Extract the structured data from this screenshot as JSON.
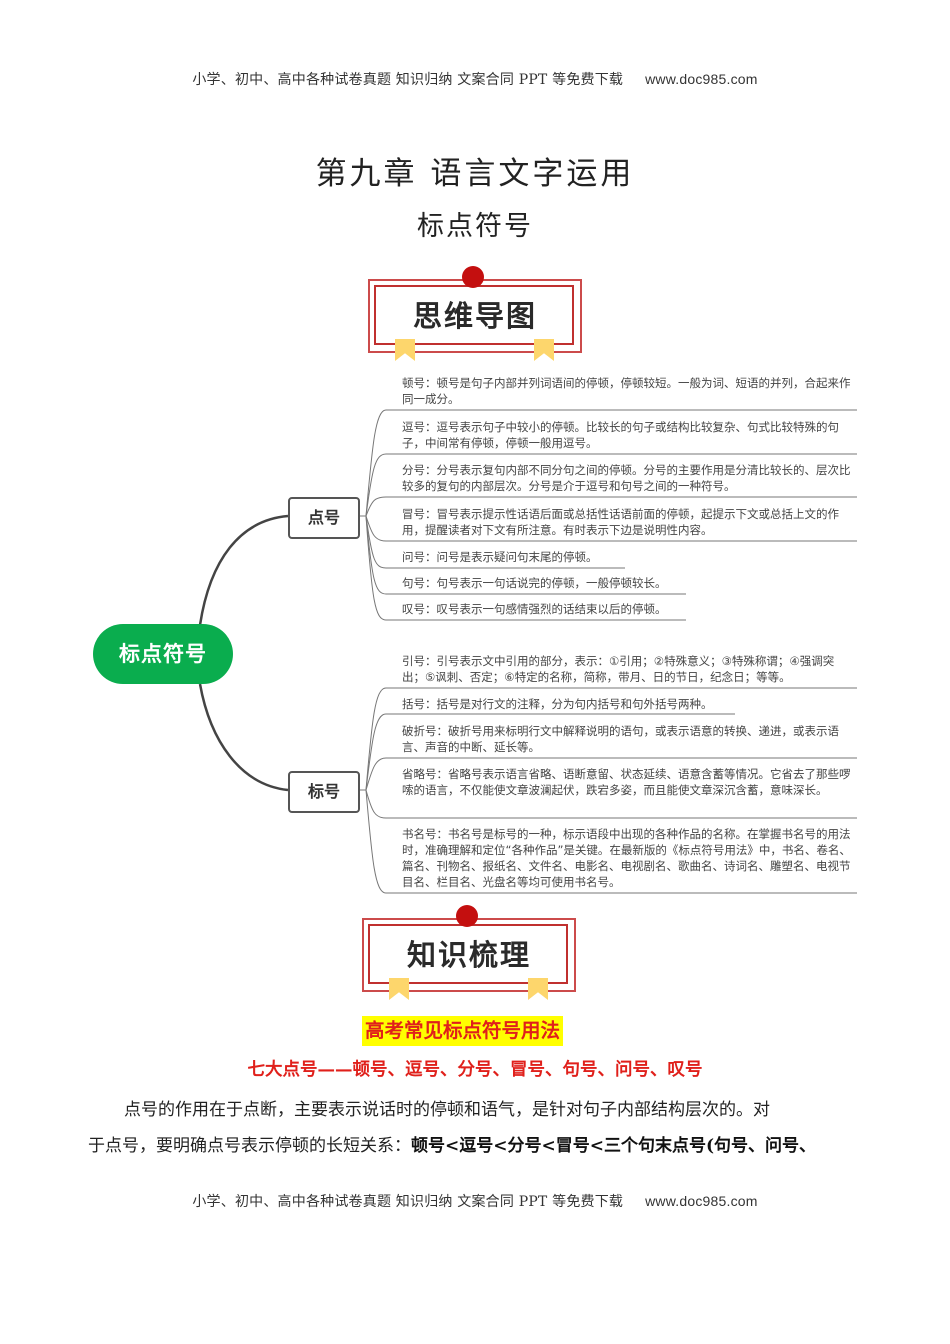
{
  "header": {
    "text": "小学、初中、高中各种试卷真题  知识归纳  文案合同  PPT 等免费下载",
    "url": "www.doc985.com"
  },
  "footer": {
    "text": "小学、初中、高中各种试卷真题  知识归纳  文案合同  PPT 等免费下载",
    "url": "www.doc985.com"
  },
  "chapter_title": "第九章 语言文字运用",
  "sub_title": "标点符号",
  "badge_mindmap": "思维导图",
  "badge_knowledge": "知识梳理",
  "mindmap": {
    "root": "标点符号",
    "branches": [
      {
        "label": "点号",
        "leaves": [
          "顿号：顿号是句子内部并列词语间的停顿，停顿较短。一般为词、短语的并列，合起来作同一成分。",
          "逗号：逗号表示句子中较小的停顿。比较长的句子或结构比较复杂、句式比较特殊的句子，中间常有停顿，停顿一般用逗号。",
          "分号：分号表示复句内部不同分句之间的停顿。分号的主要作用是分清比较长的、层次比较多的复句的内部层次。分号是介于逗号和句号之间的一种符号。",
          "冒号：冒号表示提示性话语后面或总括性话语前面的停顿，起提示下文或总括上文的作用，提醒读者对下文有所注意。有时表示下边是说明性内容。",
          "问号：问号是表示疑问句末尾的停顿。",
          "句号：句号表示一句话说完的停顿，一般停顿较长。",
          "叹号：叹号表示一句感情强烈的话结束以后的停顿。"
        ]
      },
      {
        "label": "标号",
        "leaves": [
          "引号：引号表示文中引用的部分，表示：①引用；②特殊意义；③特殊称谓；④强调突出；⑤讽刺、否定；⑥特定的名称，简称，带月、日的节日，纪念日；等等。",
          "括号：括号是对行文的注释，分为句内括号和句外括号两种。",
          "破折号：破折号用来标明行文中解释说明的语句，或表示语意的转换、递进，或表示语言、声音的中断、延长等。",
          "省略号：省略号表示语言省略、语断意留、状态延续、语意含蓄等情况。它省去了那些啰嗦的语言，不仅能使文章波澜起伏，跌宕多姿，而且能使文章深沉含蓄，意味深长。",
          "书名号：书名号是标号的一种，标示语段中出现的各种作品的名称。在掌握书名号的用法时，准确理解和定位“各种作品”是关键。在最新版的《标点符号用法》中，书名、卷名、篇名、刊物名、报纸名、文件名、电影名、电视剧名、歌曲名、诗词名、雕塑名、电视节目名、栏目名、光盘名等均可使用书名号。"
        ]
      }
    ]
  },
  "section_title": "高考常见标点符号用法",
  "section_subtitle": "七大点号——顿号、逗号、分号、冒号、句号、问号、叹号",
  "paragraph": {
    "line1": "点号的作用在于点断，主要表示说话时的停顿和语气，是针对句子内部结构层次的。对",
    "line2_plain": "于点号，要明确点号表示停顿的长短关系：",
    "line2_bold": "顿号<逗号<分号<冒号<三个句末点号(句号、问号、"
  },
  "colors": {
    "root_green": "#0aad4e",
    "badge_red": "#c40f0f",
    "ribbon_yellow": "#fdd66c",
    "highlight_yellow": "#ffff00",
    "title_red": "#e0201b"
  }
}
